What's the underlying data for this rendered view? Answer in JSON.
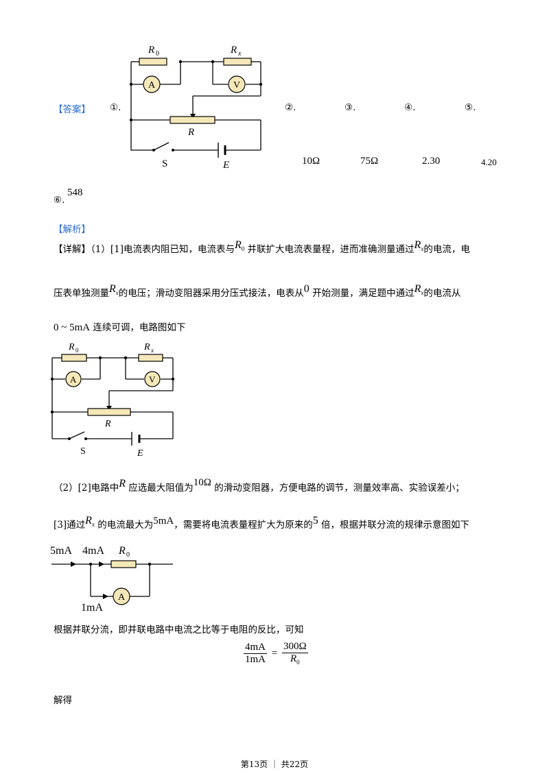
{
  "answer": {
    "label": "【答案】",
    "markers": [
      "①.",
      "②.",
      "③.",
      "④.",
      "⑤.",
      "⑥."
    ],
    "values": [
      "10Ω",
      "75Ω",
      "2.30",
      "4.20",
      "548"
    ]
  },
  "analysis_label": "【解析】",
  "detail": {
    "label": "【详解】",
    "p1_seg1": "（1）[1]电流表内阻已知，电流表与",
    "p1_seg2": "并联扩大电流表量程，进而准确测量通过",
    "p1_seg3": "的电流，电",
    "p2_seg1": "压表单独测量",
    "p2_seg2": "的电压；滑动变阻器采用分压式接法，电表从",
    "p2_zero": "0",
    "p2_seg3": "开始测量，满足题中通过",
    "p2_seg4": "的电流从",
    "p3_range": "0 ~ 5mA",
    "p3_seg1": "连续可调，电路图如下",
    "p4_seg1": "（2）[2]电路中",
    "p4_seg2": "应选最大阻值为",
    "p4_val": "10Ω",
    "p4_seg3": "的滑动变阻器，方便电路的调节，测量效率高、实验误差小；",
    "p5_seg1": "[3]通过",
    "p5_seg2": "的电流最大为",
    "p5_val": "5mA",
    "p5_seg3": "，需要将电流表量程扩大为原来的",
    "p5_mult": "5",
    "p5_seg4": "倍，根据并联分流的规律示意图如下",
    "p6": "根据并联分流，即并联电路中电流之比等于电阻的反比，可知",
    "p7": "解得"
  },
  "symbols": {
    "R": "R",
    "R0_sub": "0",
    "Rx_sub": "x",
    "ammeter": "A",
    "voltmeter": "V",
    "switch": "S",
    "emf": "E"
  },
  "shunt_diagram": {
    "i_total": "5mA",
    "i_branch": "4mA",
    "i_meter": "1mA"
  },
  "equation": {
    "num_left": "4mA",
    "den_left": "1mA",
    "eq": "=",
    "num_right": "300Ω",
    "den_right_base": "R",
    "den_right_sub": "0"
  },
  "footer": "第13页 ｜ 共22页"
}
